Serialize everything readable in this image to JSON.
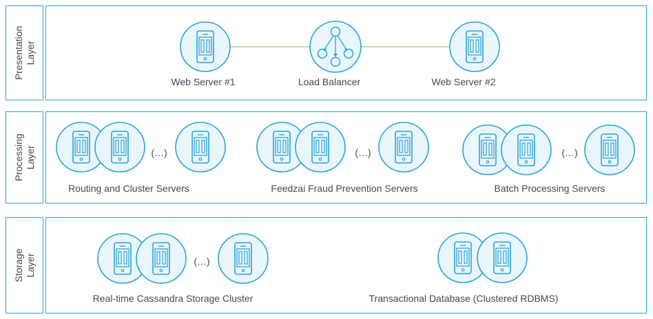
{
  "layers": [
    {
      "id": "presentation",
      "label_lines": [
        "Presentation",
        "Layer"
      ],
      "nodes": [
        {
          "id": "web1",
          "label": "Web Server #1"
        },
        {
          "id": "lb",
          "label": "Load Balancer"
        },
        {
          "id": "web2",
          "label": "Web Server #2"
        }
      ],
      "edges": [
        [
          "web1",
          "lb"
        ],
        [
          "lb",
          "web2"
        ]
      ]
    },
    {
      "id": "processing",
      "label_lines": [
        "Processing",
        "Layer"
      ],
      "groups": [
        {
          "label": "Routing and Cluster Servers",
          "ellipsis": "(…)"
        },
        {
          "label": "Feedzai Fraud Prevention Servers",
          "ellipsis": "(…)"
        },
        {
          "label": "Batch Processing Servers",
          "ellipsis": "(…)"
        }
      ]
    },
    {
      "id": "storage",
      "label_lines": [
        "Storage",
        "Layer"
      ],
      "groups": [
        {
          "label": "Real-time Cassandra Storage Cluster",
          "ellipsis": "(…)"
        },
        {
          "label": "Transactional Database (Clustered RDBMS)"
        }
      ]
    }
  ],
  "colors": {
    "border": "#29a3d9",
    "circle_fill": "#e9f6fc",
    "icon": "#29a3d9",
    "edge": "#8fd06a",
    "text": "#3f4a55"
  },
  "icons": {
    "server": "server-icon",
    "load_balancer": "load-balancer-icon"
  }
}
